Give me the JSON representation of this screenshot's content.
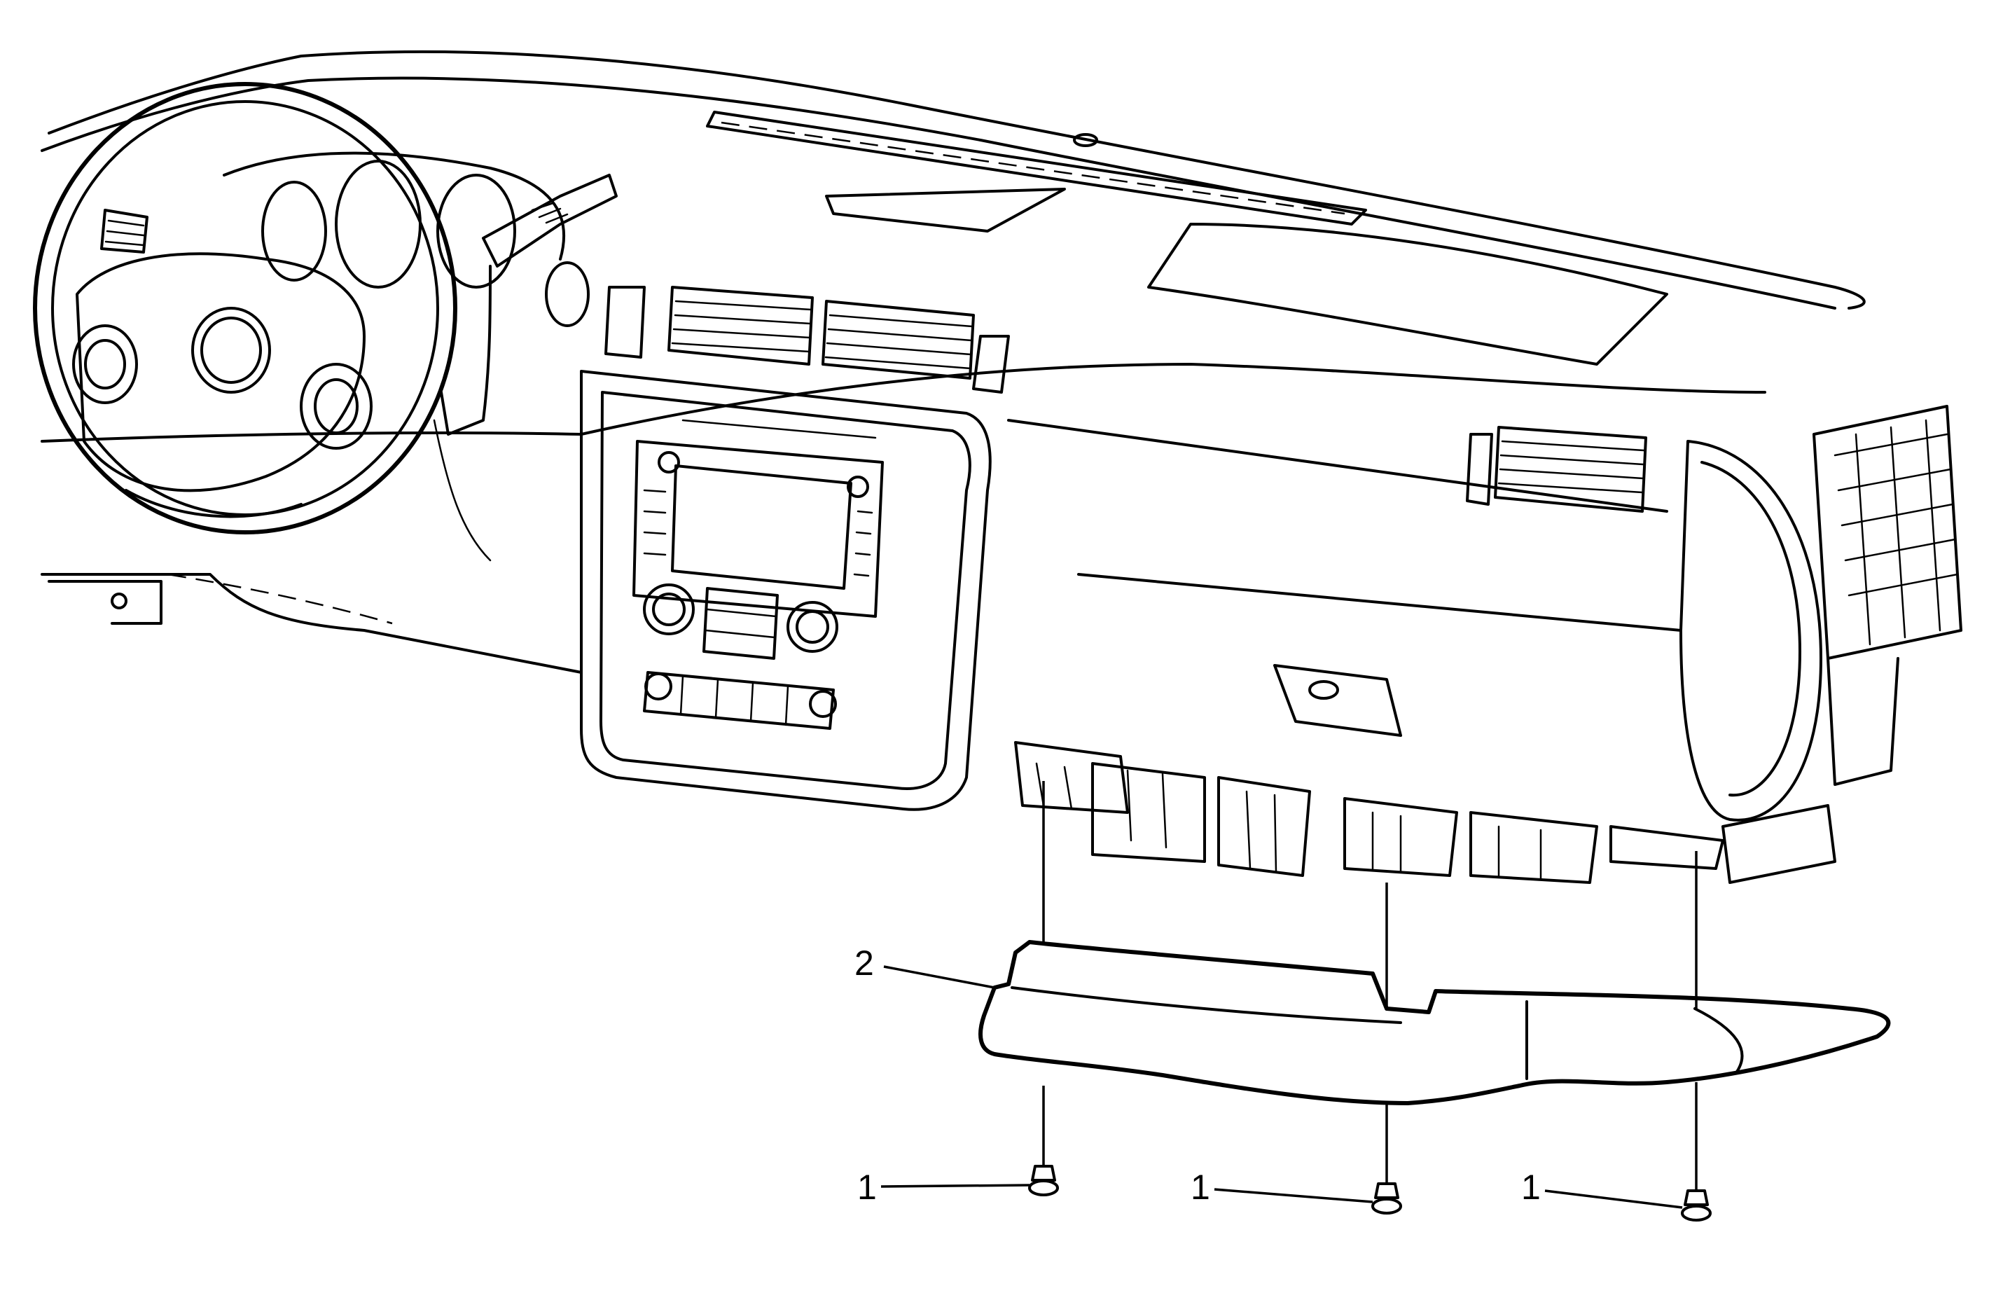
{
  "callouts": {
    "fastener_1a": "1",
    "fastener_1b": "1",
    "fastener_1c": "1",
    "panel_2": "2"
  }
}
